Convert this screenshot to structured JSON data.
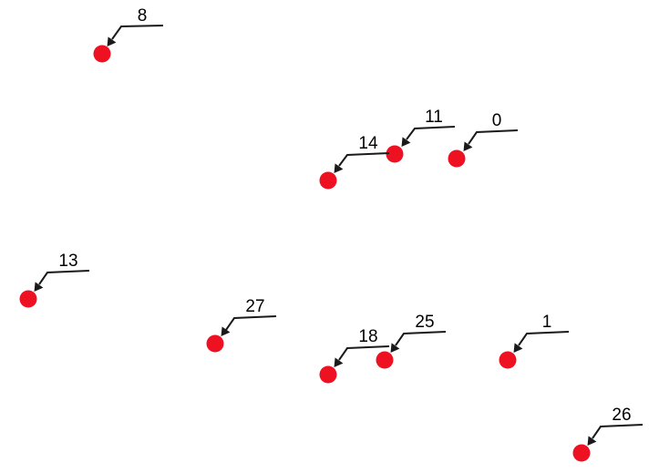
{
  "markers": [
    {
      "label": "8"
    },
    {
      "label": "11"
    },
    {
      "label": "0"
    },
    {
      "label": "14"
    },
    {
      "label": "13"
    },
    {
      "label": "27"
    },
    {
      "label": "25"
    },
    {
      "label": "18"
    },
    {
      "label": "1"
    },
    {
      "label": "26"
    }
  ],
  "colors": {
    "point": "#ee1122",
    "leader": "#1a1a1a",
    "text": "#000000",
    "background": "#ffffff"
  }
}
